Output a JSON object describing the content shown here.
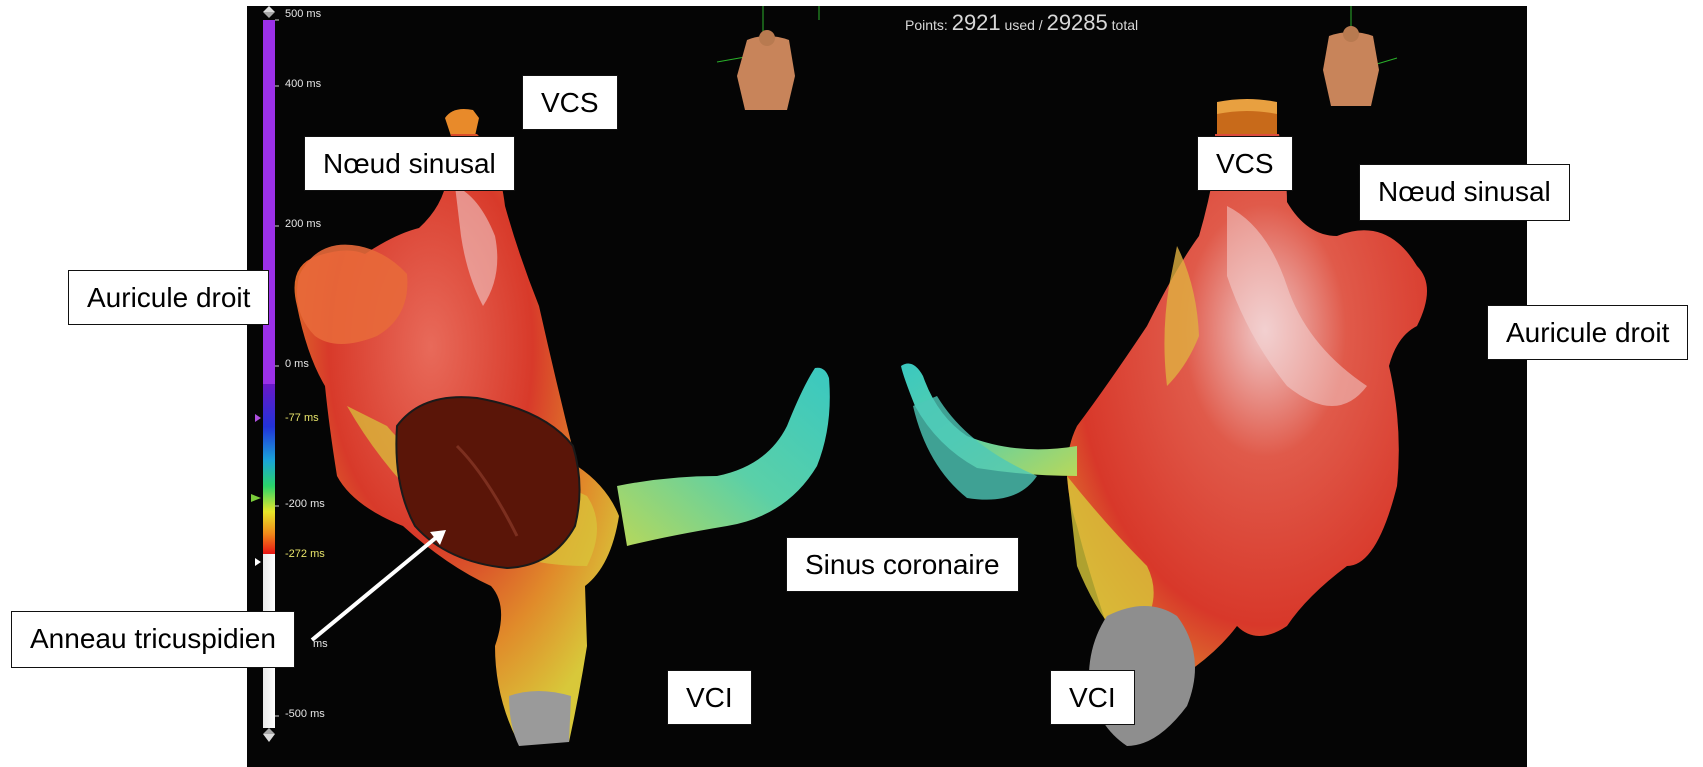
{
  "points": {
    "label": "Points:",
    "used": "2921",
    "used_label": "used",
    "sep": "/",
    "total": "29285",
    "total_label": "total"
  },
  "scale_ticks": [
    {
      "text": "500 ms",
      "style": "white"
    },
    {
      "text": "400 ms",
      "style": "white"
    },
    {
      "text": "200 ms",
      "style": "white"
    },
    {
      "text": "0 ms",
      "style": "white"
    },
    {
      "text": "-77 ms",
      "style": "yellow"
    },
    {
      "text": "-200 ms",
      "style": "white"
    },
    {
      "text": "-272 ms",
      "style": "yellow"
    },
    {
      "text": "ms",
      "style": "white"
    },
    {
      "text": "-500 ms",
      "style": "white"
    }
  ],
  "colors": {
    "background": "#050505",
    "scale_purple": "#9b30e8",
    "label_bg": "#ffffff",
    "arrow": "#ffffff"
  },
  "labels": {
    "vcs_left": "VCS",
    "noeud_left": "Nœud sinusal",
    "auricule_left": "Auricule droit",
    "anneau": "Anneau tricuspidien",
    "sinus": "Sinus coronaire",
    "vci_left": "VCI",
    "vcs_right": "VCS",
    "noeud_right": "Nœud sinusal",
    "auricule_right": "Auricule droit",
    "vci_right": "VCI"
  },
  "icons": {
    "torso_left": "torso-orientation-icon",
    "torso_right": "torso-orientation-icon"
  }
}
